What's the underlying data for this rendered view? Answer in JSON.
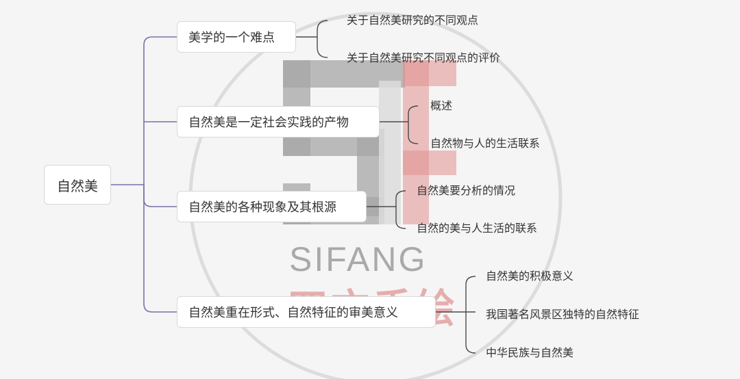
{
  "mindmap": {
    "root": "自然美",
    "branches": [
      {
        "label": "美学的一个难点",
        "children": [
          "关于自然美研究的不同观点",
          "关于自然美研究不同观点的评价"
        ]
      },
      {
        "label": "自然美是一定社会实践的产物",
        "children": [
          "概述",
          "自然物与人的生活联系"
        ]
      },
      {
        "label": "自然美的各种现象及其根源",
        "children": [
          "自然美要分析的情况",
          "自然的美与人生活的联系"
        ]
      },
      {
        "label": "自然美重在形式、自然特征的审美意义",
        "children": [
          "自然美的积极意义",
          "我国著名风景区独特的自然特征",
          "中华民族与自然美"
        ]
      }
    ]
  },
  "watermark": {
    "latin": "SIFANG",
    "chinese": "四方手绘"
  },
  "colors": {
    "background": "#f5f5f5",
    "connector": "#7b6fa8",
    "node_border": "#d8d8d8",
    "watermark_gray": "#9e9e9e",
    "watermark_red": "#e4a5a5"
  }
}
